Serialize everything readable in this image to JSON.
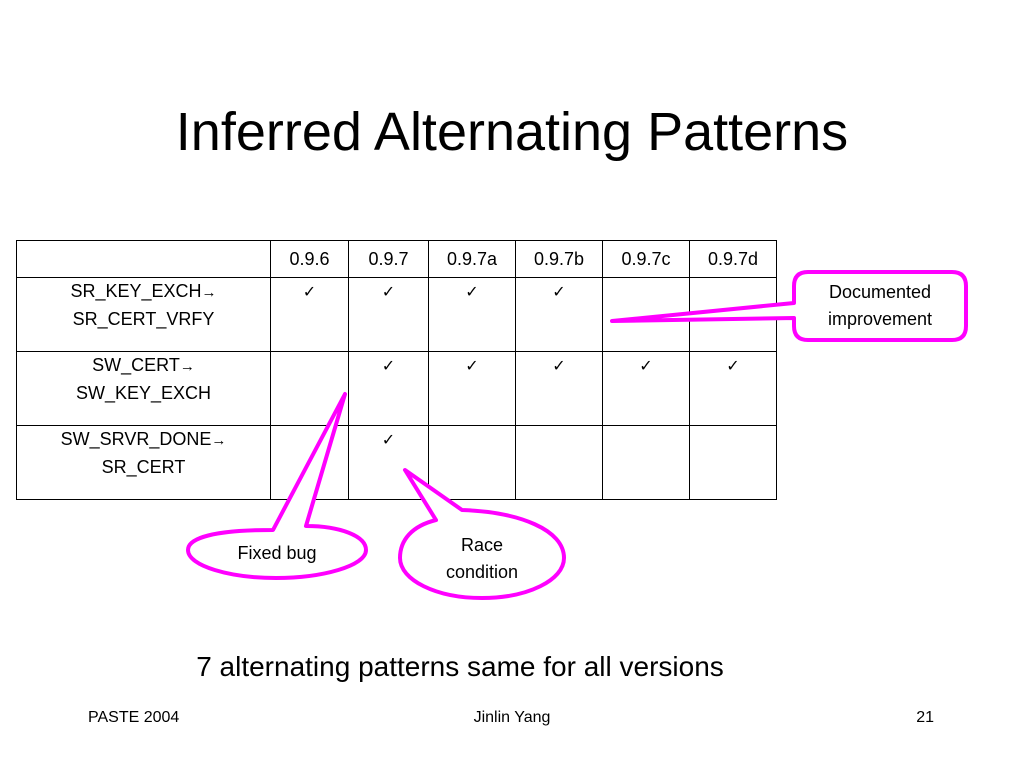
{
  "slide": {
    "title": "Inferred Alternating Patterns",
    "summary": "7 alternating patterns same for all versions"
  },
  "table": {
    "columns": [
      "",
      "0.9.6",
      "0.9.7",
      "0.9.7a",
      "0.9.7b",
      "0.9.7c",
      "0.9.7d"
    ],
    "rows": [
      {
        "line1": "SR_KEY_EXCH",
        "line2": "SR_CERT_VRFY",
        "marks": [
          true,
          true,
          true,
          true,
          false,
          false
        ]
      },
      {
        "line1": "SW_CERT",
        "line2": "SW_KEY_EXCH",
        "marks": [
          false,
          true,
          true,
          true,
          true,
          true
        ]
      },
      {
        "line1": "SW_SRVR_DONE",
        "line2": "SR_CERT",
        "marks": [
          false,
          true,
          false,
          false,
          false,
          false
        ]
      }
    ],
    "arrow_glyph": "→",
    "check_glyph": "✓"
  },
  "callouts": {
    "documented": {
      "line1": "Documented",
      "line2": "improvement"
    },
    "fixed_bug": "Fixed bug",
    "race": {
      "line1": "Race",
      "line2": "condition"
    },
    "color": "#ff00ff"
  },
  "footer": {
    "left": "PASTE 2004",
    "center": "Jinlin Yang",
    "right": "21"
  }
}
